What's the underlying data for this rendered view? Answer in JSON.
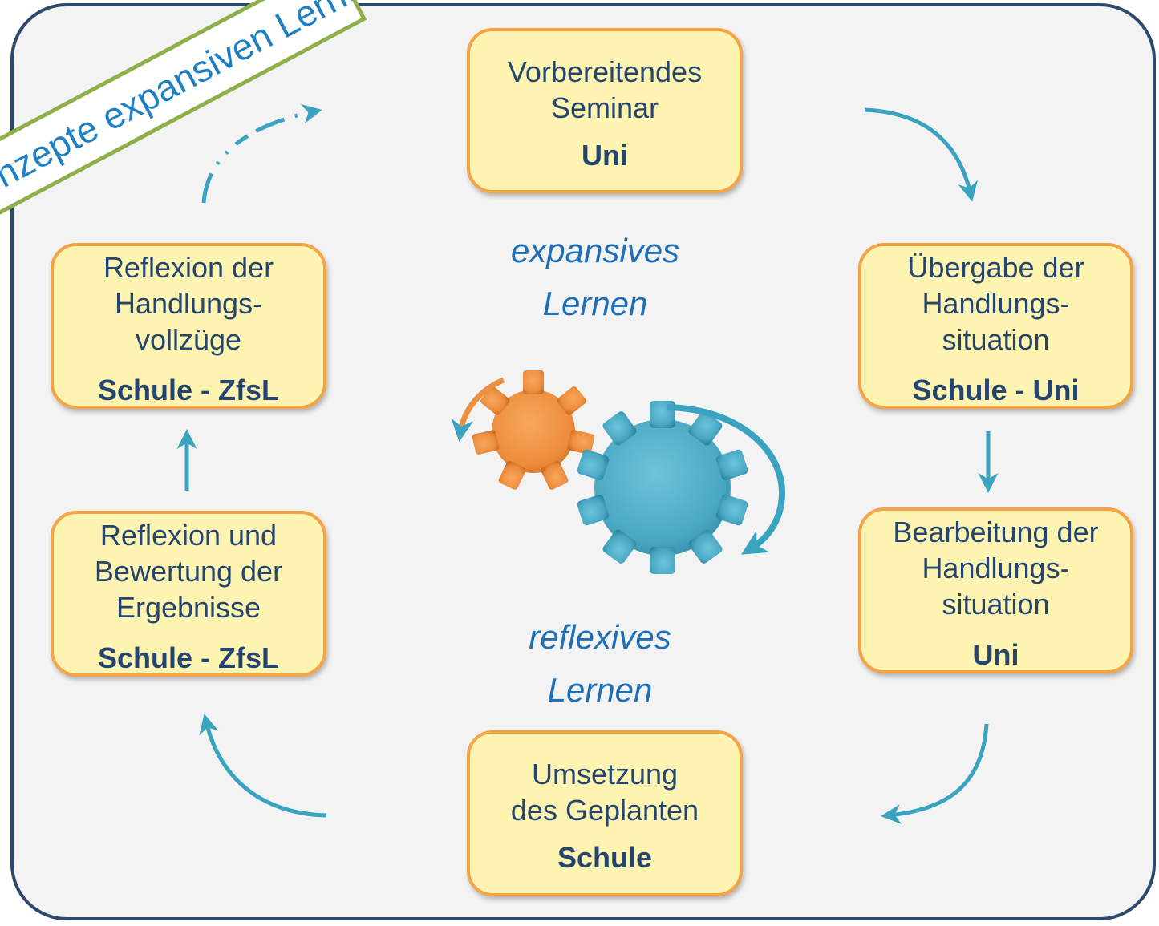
{
  "banner": {
    "text": "Konzepte expansiven Lernens"
  },
  "center": {
    "expansive": {
      "line1": "expansives",
      "line2": "Lernen"
    },
    "reflexive": {
      "line1": "reflexives",
      "line2": "Lernen"
    }
  },
  "stages": [
    {
      "key": "top",
      "text": "Vorbereitendes\nSeminar",
      "location": "Uni"
    },
    {
      "key": "right-upper",
      "text": "Übergabe der\nHandlungs-\nsituation",
      "location": "Schule - Uni"
    },
    {
      "key": "right-lower",
      "text": "Bearbeitung der\nHandlungs-\nsituation",
      "location": "Uni"
    },
    {
      "key": "bottom",
      "text": "Umsetzung\ndes Geplanten",
      "location": "Schule"
    },
    {
      "key": "left-lower",
      "text": "Reflexion und\nBewertung der\nErgebnisse",
      "location": "Schule - ZfsL"
    },
    {
      "key": "left-upper",
      "text": "Reflexion der\nHandlungs-\nvollzüge",
      "location": "Schule - ZfsL"
    }
  ],
  "colors": {
    "frame_border": "#2c4a70",
    "frame_fill": "#f3f3f4",
    "box_fill": "#fdf4b2",
    "box_border": "#f4a444",
    "box_text": "#26456e",
    "arrow": "#3aa3c0",
    "gear_orange": "#ef9040",
    "gear_blue": "#4bacc6",
    "center_text": "#1f6fb8",
    "banner_border": "#8db04a",
    "banner_text": "#1e7fc2"
  }
}
